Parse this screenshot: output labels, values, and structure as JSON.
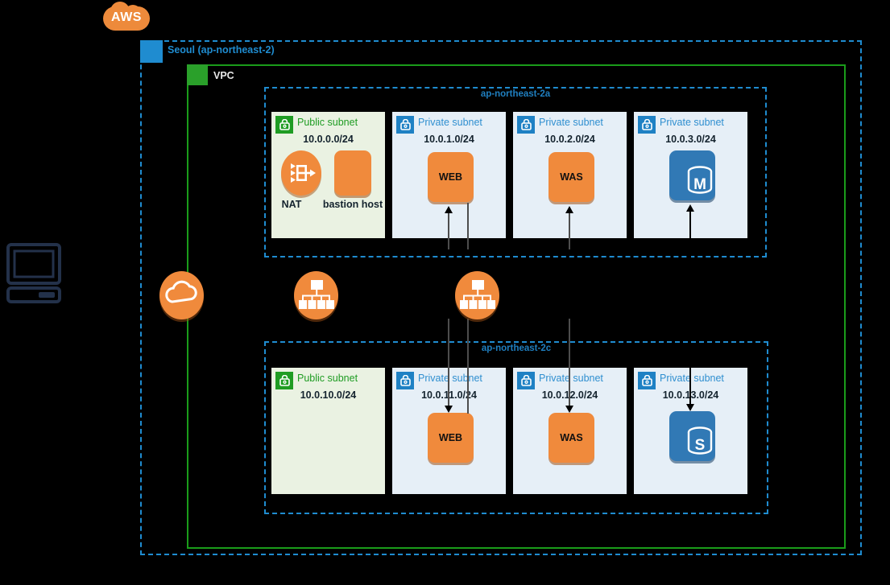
{
  "logo": {
    "name": "aws-cloud-logo",
    "text": "AWS"
  },
  "region": {
    "label": "Seoul (ap-northeast-2)",
    "color": "#1f8cd0"
  },
  "vpc": {
    "label": "VPC",
    "color": "#1a9c1a"
  },
  "client": {
    "icon": "computer-icon"
  },
  "internet_gateway": {
    "icon": "cloud-icon"
  },
  "load_balancers": [
    {
      "name": "web-load-balancer",
      "icon": "load-balancer-icon"
    },
    {
      "name": "was-load-balancer",
      "icon": "load-balancer-icon"
    }
  ],
  "availability_zones": [
    {
      "name": "ap-northeast-2a",
      "subnets": [
        {
          "type": "Public subnet",
          "cidr": "10.0.0.0/24",
          "lock": "lock-icon",
          "resources": [
            {
              "label": "NAT",
              "icon": "nat-gateway-icon",
              "shape": "circle"
            },
            {
              "label": "bastion host",
              "icon": "ec2-instance-icon",
              "shape": "square"
            }
          ]
        },
        {
          "type": "Private subnet",
          "cidr": "10.0.1.0/24",
          "lock": "lock-icon",
          "resources": [
            {
              "label": "WEB",
              "icon": "ec2-instance-icon",
              "shape": "square"
            }
          ]
        },
        {
          "type": "Private subnet",
          "cidr": "10.0.2.0/24",
          "lock": "lock-icon",
          "resources": [
            {
              "label": "WAS",
              "icon": "ec2-instance-icon",
              "shape": "square"
            }
          ]
        },
        {
          "type": "Private subnet",
          "cidr": "10.0.3.0/24",
          "lock": "lock-icon",
          "resources": [
            {
              "label": "M",
              "icon": "database-master-icon",
              "shape": "database"
            }
          ]
        }
      ]
    },
    {
      "name": "ap-northeast-2c",
      "subnets": [
        {
          "type": "Public subnet",
          "cidr": "10.0.10.0/24",
          "lock": "lock-icon",
          "resources": []
        },
        {
          "type": "Private subnet",
          "cidr": "10.0.11.0/24",
          "lock": "lock-icon",
          "resources": [
            {
              "label": "WEB",
              "icon": "ec2-instance-icon",
              "shape": "square"
            }
          ]
        },
        {
          "type": "Private subnet",
          "cidr": "10.0.12.0/24",
          "lock": "lock-icon",
          "resources": [
            {
              "label": "WAS",
              "icon": "ec2-instance-icon",
              "shape": "square"
            }
          ]
        },
        {
          "type": "Private subnet",
          "cidr": "10.0.13.0/24",
          "lock": "lock-icon",
          "resources": [
            {
              "label": "S",
              "icon": "database-slave-icon",
              "shape": "database"
            }
          ]
        }
      ]
    }
  ],
  "colors": {
    "aws_orange": "#F08A3C",
    "aws_blue": "#1f8cd0",
    "vpc_green": "#1a9c1a",
    "db_blue": "#3179B5",
    "background": "#000000"
  }
}
